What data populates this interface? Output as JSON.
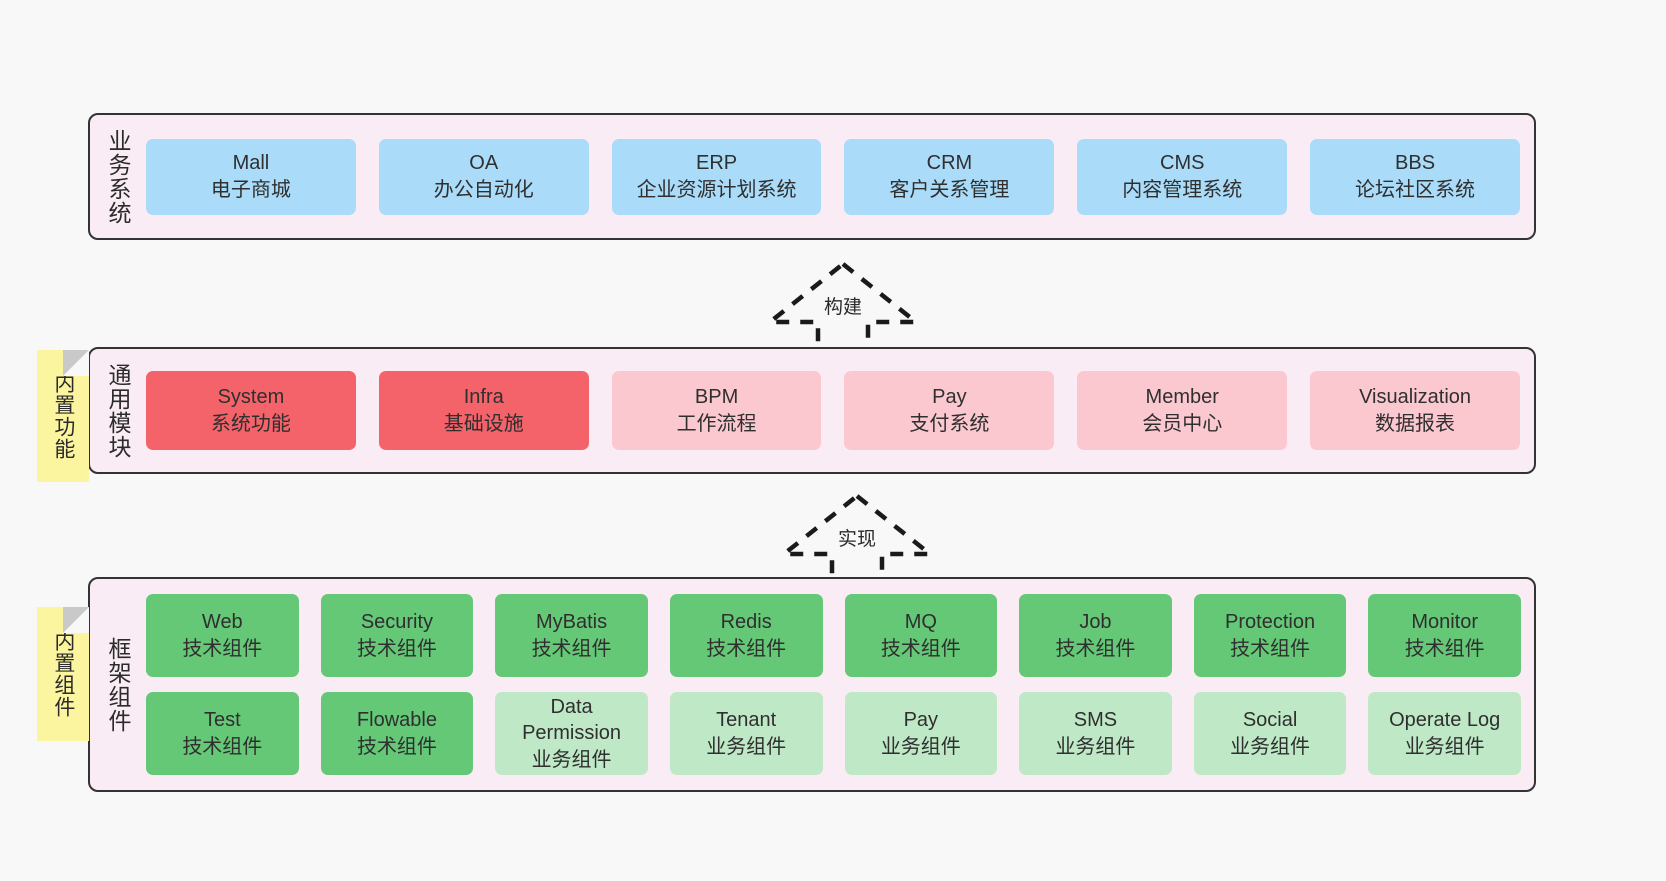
{
  "diagram": {
    "title": "",
    "colors": {
      "panel_bg": "#faecf5",
      "panel_border": "#333333",
      "business_card": "#aadcfa",
      "module_active": "#f4626a",
      "module_planned": "#fbc8d0",
      "tech_component": "#64c877",
      "biz_component": "#bfe8c6",
      "sticky_note": "#fbf59f",
      "background": "#f8f8f8"
    }
  },
  "layers": {
    "business": {
      "title": "业务系统",
      "cards": [
        {
          "name": "Mall",
          "desc": "电子商城"
        },
        {
          "name": "OA",
          "desc": "办公自动化"
        },
        {
          "name": "ERP",
          "desc": "企业资源计划系统"
        },
        {
          "name": "CRM",
          "desc": "客户关系管理"
        },
        {
          "name": "CMS",
          "desc": "内容管理系统"
        },
        {
          "name": "BBS",
          "desc": "论坛社区系统"
        }
      ]
    },
    "common": {
      "title": "通用模块",
      "cards": [
        {
          "name": "System",
          "desc": "系统功能"
        },
        {
          "name": "Infra",
          "desc": "基础设施"
        },
        {
          "name": "BPM",
          "desc": "工作流程"
        },
        {
          "name": "Pay",
          "desc": "支付系统"
        },
        {
          "name": "Member",
          "desc": "会员中心"
        },
        {
          "name": "Visualization",
          "desc": "数据报表"
        }
      ]
    },
    "framework": {
      "title": "框架组件",
      "row1": [
        {
          "name": "Web",
          "desc": "技术组件"
        },
        {
          "name": "Security",
          "desc": "技术组件"
        },
        {
          "name": "MyBatis",
          "desc": "技术组件"
        },
        {
          "name": "Redis",
          "desc": "技术组件"
        },
        {
          "name": "MQ",
          "desc": "技术组件"
        },
        {
          "name": "Job",
          "desc": "技术组件"
        },
        {
          "name": "Protection",
          "desc": "技术组件"
        },
        {
          "name": "Monitor",
          "desc": "技术组件"
        }
      ],
      "row2": [
        {
          "name": "Test",
          "desc": "技术组件"
        },
        {
          "name": "Flowable",
          "desc": "技术组件"
        },
        {
          "name": "Data Permission",
          "name2": "Permission",
          "name1": "Data",
          "desc": "业务组件"
        },
        {
          "name": "Tenant",
          "desc": "业务组件"
        },
        {
          "name": "Pay",
          "desc": "业务组件"
        },
        {
          "name": "SMS",
          "desc": "业务组件"
        },
        {
          "name": "Social",
          "desc": "业务组件"
        },
        {
          "name": "Operate Log",
          "desc": "业务组件"
        }
      ]
    }
  },
  "sticky_notes": [
    {
      "text": "内置功能"
    },
    {
      "text": "内置组件"
    }
  ],
  "arrows": [
    {
      "label": "构建",
      "direction": "up",
      "style": "dashed-hollow-triangle"
    },
    {
      "label": "实现",
      "direction": "up",
      "style": "dashed-hollow-triangle"
    }
  ]
}
